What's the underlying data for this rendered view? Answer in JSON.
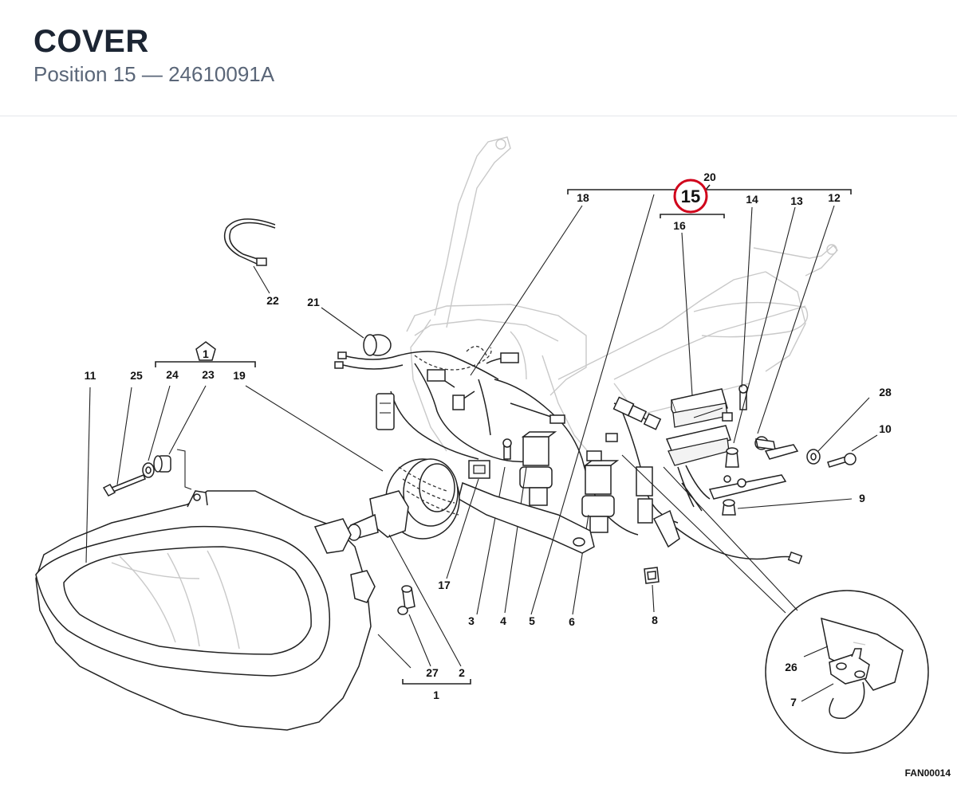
{
  "header": {
    "title": "COVER",
    "subtitle": "Position 15 — 24610091A"
  },
  "diagram": {
    "highlight_color": "#d0021b",
    "highlighted_position": "15",
    "drawing_code": "FAN00014",
    "group_symbol": "1",
    "labels": {
      "l1": "1",
      "l2": "2",
      "l3": "3",
      "l4": "4",
      "l5": "5",
      "l6": "6",
      "l7": "7",
      "l8": "8",
      "l9": "9",
      "l10": "10",
      "l11": "11",
      "l12": "12",
      "l13": "13",
      "l14": "14",
      "l16": "16",
      "l17": "17",
      "l18": "18",
      "l19": "19",
      "l20": "20",
      "l21": "21",
      "l22": "22",
      "l23": "23",
      "l24": "24",
      "l25": "25",
      "l26": "26",
      "l27": "27",
      "l28": "28"
    }
  }
}
